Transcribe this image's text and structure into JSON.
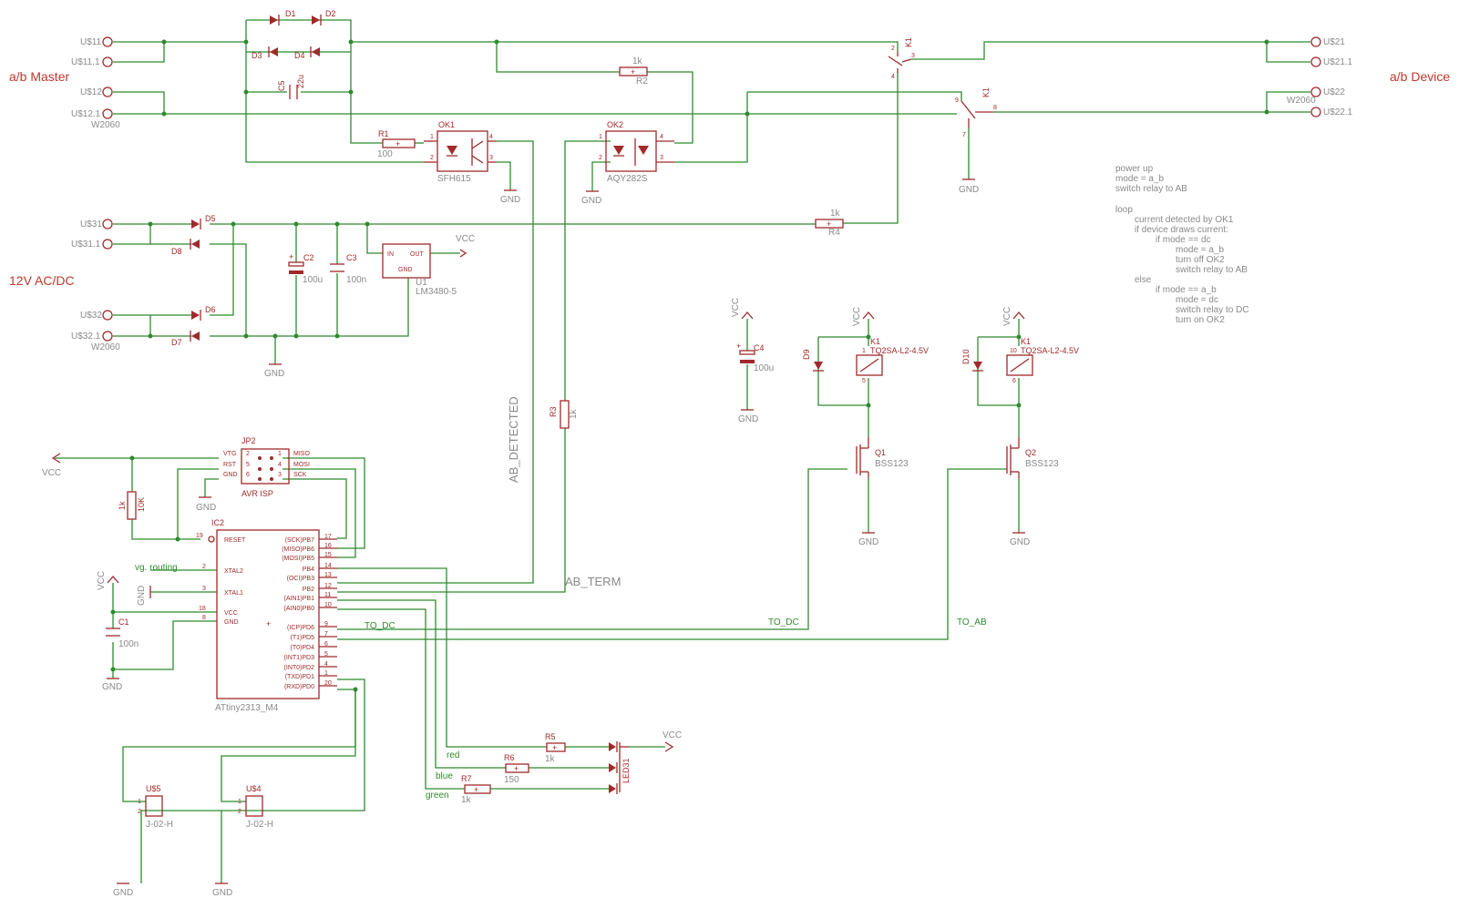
{
  "labels": {
    "ab_master": "a/b Master",
    "ab_device": "a/b Device",
    "supply": "12V AC/DC",
    "vcc": "VCC",
    "gnd": "GND",
    "ab_detected": "AB_DETECTED",
    "ab_term": "AB_TERM",
    "to_dc": "TO_DC",
    "to_ab": "TO_AB",
    "avr_isp": "AVR ISP",
    "vg_routing": "vg. routing",
    "red": "red",
    "blue": "blue",
    "green": "green"
  },
  "connectors": {
    "us11": "U$11",
    "us11_1": "U$11.1",
    "us12": "U$12",
    "us12_1": "U$12.1",
    "w2060_a": "W2060",
    "us21": "U$21",
    "us21_1": "U$21.1",
    "us22": "U$22",
    "us22_1": "U$22.1",
    "w2060_b": "W2060",
    "us31": "U$31",
    "us31_1": "U$31.1",
    "us32": "U$32",
    "us32_1": "U$32.1",
    "w2060_c": "W2060",
    "us5": "U$5",
    "us4": "U$4",
    "j02h_a": "J-02-H",
    "j02h_b": "J-02-H"
  },
  "components": {
    "d1": "D1",
    "d2": "D2",
    "d3": "D3",
    "d4": "D4",
    "d5": "D5",
    "d6": "D6",
    "d7": "D7",
    "d8": "D8",
    "d9": "D9",
    "d10": "D10",
    "c5": "C5",
    "c5v": "22u",
    "c1": "C1",
    "c1v": "100n",
    "c2": "C2",
    "c2v": "100u",
    "c3": "C3",
    "c3v": "100n",
    "c4": "C4",
    "c4v": "100u",
    "r1": "R1",
    "r1v": "100",
    "r2": "R2",
    "r2v": "1k",
    "r3": "R3",
    "r3v": "1k",
    "r4": "R4",
    "r4v": "1k",
    "r5": "R5",
    "r5v": "1k",
    "r6": "R6",
    "r6v": "150",
    "r7": "R7",
    "r7v": "1k",
    "rjp_a": "1k",
    "rjp_b": "10K",
    "ok1": "OK1",
    "ok1v": "SFH615",
    "ok2": "OK2",
    "ok2v": "AQY282S",
    "u1": "U1",
    "u1v": "LM3480-5",
    "u1_in": "IN",
    "u1_out": "OUT",
    "u1_gnd": "GND",
    "k1": "K1",
    "k1v": "TQ2SA-L2-4.5V",
    "k1b": "K1",
    "k1bv": "TQ2SA-L2-4.5V",
    "q1": "Q1",
    "q1v": "BSS123",
    "q2": "Q2",
    "q2v": "BSS123",
    "jp2": "JP2",
    "led": "LED31",
    "ic2": "IC2",
    "ic2v": "ATtiny2313_M4"
  },
  "ic_pins": {
    "left": [
      "RESET",
      "XTAL2",
      "XTAL1",
      "VCC",
      "GND"
    ],
    "left_nums": [
      "19",
      "2",
      "3",
      "18",
      "8"
    ],
    "right": [
      "(SCK)PB7",
      "(MISO)PB6",
      "(MOSI)PB5",
      "PB4",
      "(OCI)PB3",
      "PB2",
      "(AIN1)PB1",
      "(AIN0)PB0",
      "(ICP)PD6",
      "(T1)PD5",
      "(T0)PD4",
      "(INT1)PD3",
      "(INT0)PD2",
      "(TXD)PD1",
      "(RXD)PD0"
    ],
    "right_nums": [
      "17",
      "16",
      "15",
      "14",
      "13",
      "12",
      "11",
      "10",
      "9",
      "7",
      "6",
      "5",
      "4",
      "1",
      "20"
    ]
  },
  "isp_pins": {
    "vtg": "VTG",
    "rst": "RST",
    "gnd": "GND",
    "miso": "MISO",
    "mosi": "MOSI",
    "sck": "SCK"
  },
  "notes": [
    "power up",
    "mode = a_b",
    "switch relay to AB",
    "loop",
    "current detected by OK1",
    "if device draws current:",
    "if mode == dc",
    "mode = a_b",
    "turn off OK2",
    "switch relay to AB",
    "else",
    "if mode == a_b",
    "mode = dc",
    "switch relay to DC",
    "turn on OK2"
  ],
  "colors": {
    "wire": "#2e8b2e",
    "part": "#a02a2a",
    "name": "#7a7a7a",
    "background": "#ffffff"
  }
}
